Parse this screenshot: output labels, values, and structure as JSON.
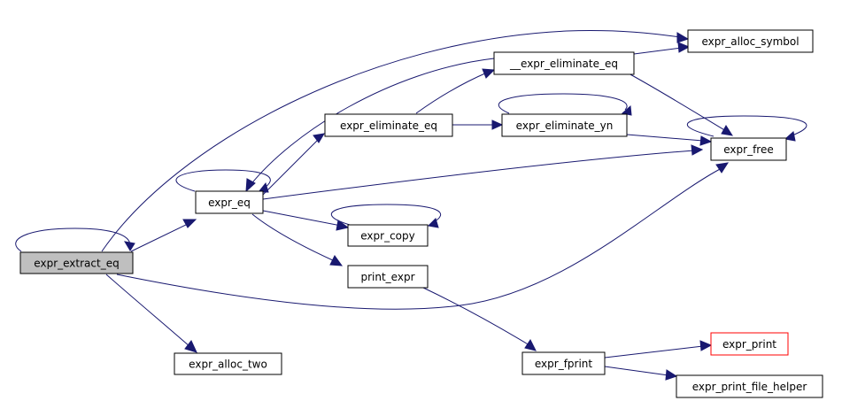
{
  "diagram": {
    "edge_color": "#191970",
    "focus_fill": "#bfbfbf",
    "nodes": [
      {
        "id": "expr_extract_eq",
        "label": "expr_extract_eq",
        "style": "focus"
      },
      {
        "id": "expr_eq",
        "label": "expr_eq"
      },
      {
        "id": "expr_alloc_two",
        "label": "expr_alloc_two"
      },
      {
        "id": "expr_alloc_symbol",
        "label": "expr_alloc_symbol"
      },
      {
        "id": "expr_free",
        "label": "expr_free"
      },
      {
        "id": "expr_eliminate_eq",
        "label": "expr_eliminate_eq"
      },
      {
        "id": "__expr_eliminate_eq",
        "label": "__expr_eliminate_eq"
      },
      {
        "id": "expr_eliminate_yn",
        "label": "expr_eliminate_yn"
      },
      {
        "id": "expr_copy",
        "label": "expr_copy"
      },
      {
        "id": "print_expr",
        "label": "print_expr"
      },
      {
        "id": "expr_fprint",
        "label": "expr_fprint"
      },
      {
        "id": "expr_print",
        "label": "expr_print",
        "style": "red"
      },
      {
        "id": "expr_print_file_helper",
        "label": "expr_print_file_helper"
      }
    ],
    "edges": [
      {
        "from": "expr_extract_eq",
        "to": "expr_extract_eq"
      },
      {
        "from": "expr_extract_eq",
        "to": "expr_eq"
      },
      {
        "from": "expr_extract_eq",
        "to": "expr_alloc_symbol"
      },
      {
        "from": "expr_extract_eq",
        "to": "expr_free"
      },
      {
        "from": "expr_extract_eq",
        "to": "expr_alloc_two"
      },
      {
        "from": "expr_eq",
        "to": "expr_eq"
      },
      {
        "from": "expr_eq",
        "to": "expr_eliminate_eq"
      },
      {
        "from": "expr_eq",
        "to": "expr_free"
      },
      {
        "from": "expr_eq",
        "to": "expr_copy"
      },
      {
        "from": "expr_eq",
        "to": "print_expr"
      },
      {
        "from": "expr_eliminate_eq",
        "to": "__expr_eliminate_eq"
      },
      {
        "from": "expr_eliminate_eq",
        "to": "expr_eliminate_yn"
      },
      {
        "from": "__expr_eliminate_eq",
        "to": "expr_alloc_symbol"
      },
      {
        "from": "__expr_eliminate_eq",
        "to": "expr_free"
      },
      {
        "from": "__expr_eliminate_eq",
        "to": "expr_eq"
      },
      {
        "from": "expr_eliminate_yn",
        "to": "expr_eliminate_yn"
      },
      {
        "from": "expr_eliminate_yn",
        "to": "expr_free"
      },
      {
        "from": "expr_free",
        "to": "expr_free"
      },
      {
        "from": "expr_copy",
        "to": "expr_copy"
      },
      {
        "from": "print_expr",
        "to": "expr_fprint"
      },
      {
        "from": "expr_fprint",
        "to": "expr_print"
      },
      {
        "from": "expr_fprint",
        "to": "expr_print_file_helper"
      }
    ]
  }
}
